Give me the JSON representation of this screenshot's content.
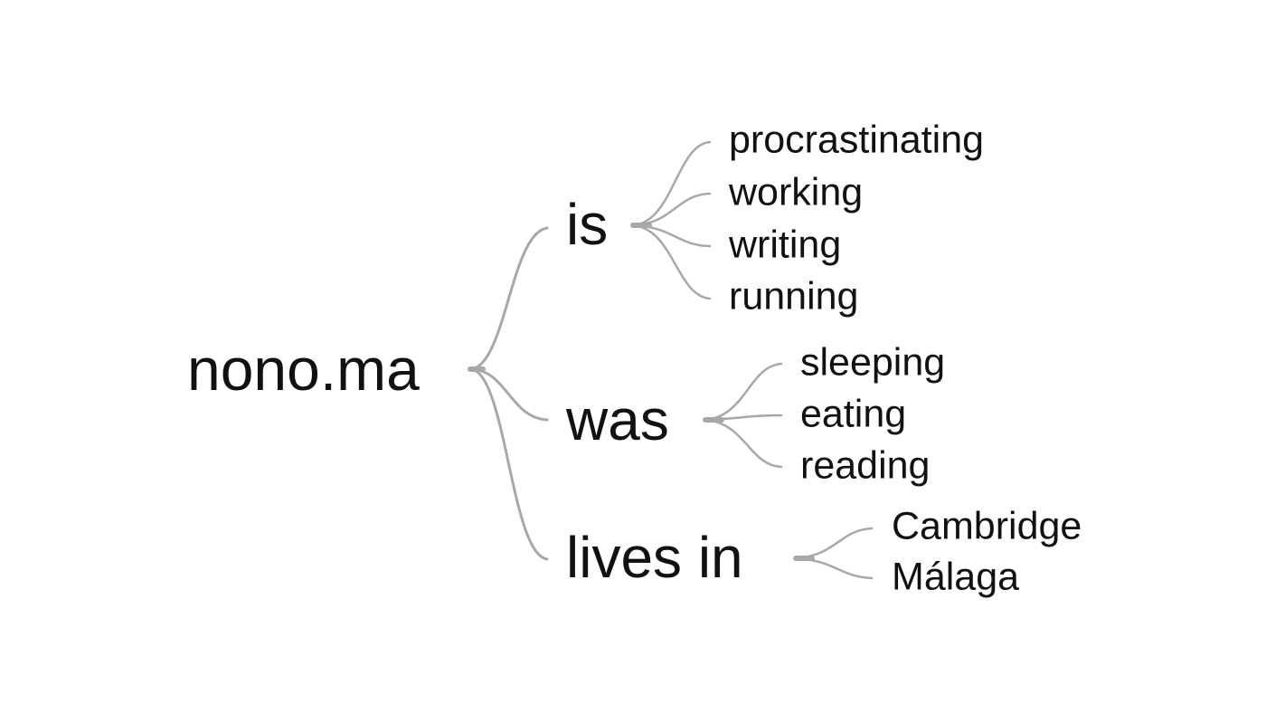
{
  "tree": {
    "root": "nono.ma",
    "branches": [
      {
        "verb": "is",
        "objects": [
          "procrastinating",
          "working",
          "writing",
          "running"
        ]
      },
      {
        "verb": "was",
        "objects": [
          "sleeping",
          "eating",
          "reading"
        ]
      },
      {
        "verb": "lives in",
        "objects": [
          "Cambridge",
          "Málaga"
        ]
      }
    ]
  },
  "style": {
    "connector_color": "#a8a8a8",
    "text_color": "#111111",
    "background": "#ffffff"
  }
}
